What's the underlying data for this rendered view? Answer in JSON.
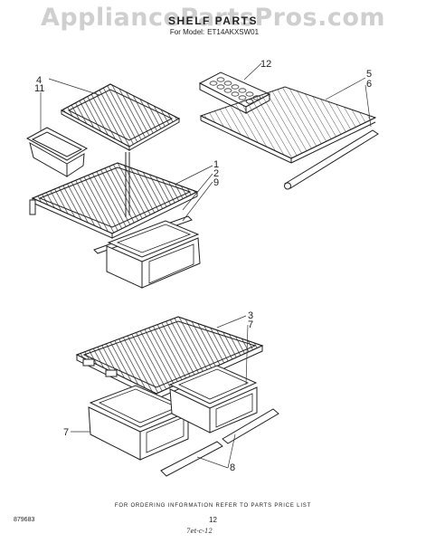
{
  "watermark": "AppliancePartsPros.com",
  "title": "SHELF PARTS",
  "model_label": "For Model:",
  "model_number": "ET14AKXSW01",
  "callouts": [
    "12",
    "5",
    "6",
    "4",
    "11",
    "1",
    "2",
    "9",
    "3",
    "7",
    "7",
    "8"
  ],
  "footer": "FOR ORDERING INFORMATION REFER TO PARTS PRICE LIST",
  "part_code": "879683",
  "page_number": "12",
  "handwritten": "7et-c-12"
}
